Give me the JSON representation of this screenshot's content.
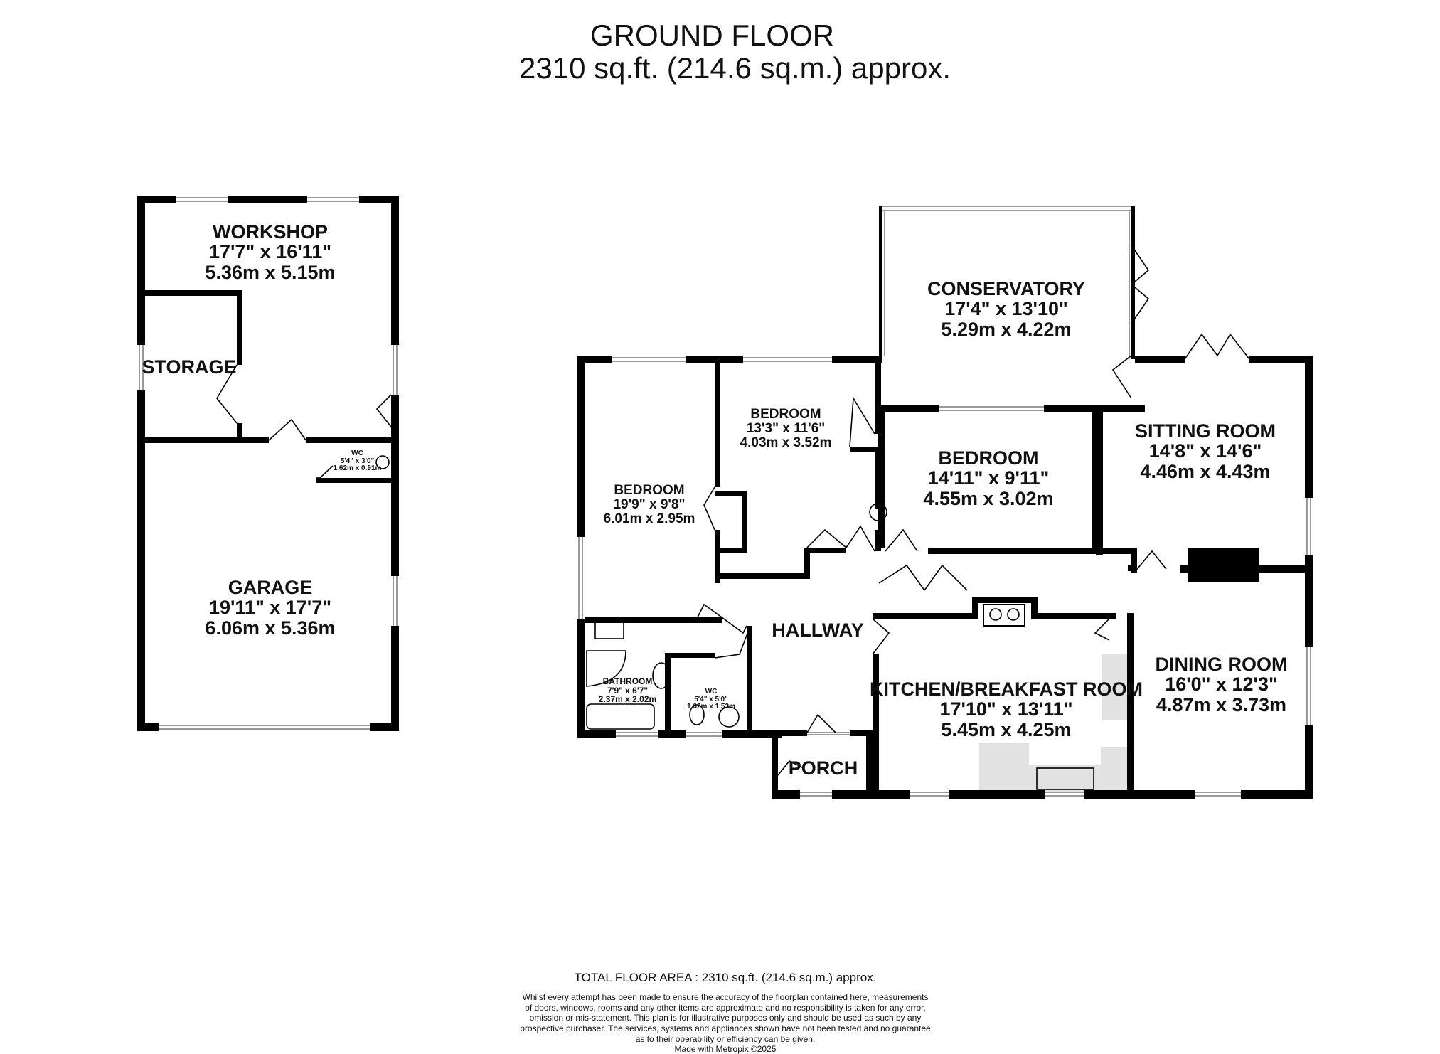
{
  "header": {
    "title": "GROUND FLOOR",
    "area": "2310 sq.ft. (214.6 sq.m.) approx."
  },
  "rooms": {
    "workshop": {
      "name": "WORKSHOP",
      "imperial": "17'7\"  x 16'11\"",
      "metric": "5.36m  x 5.15m"
    },
    "storage": {
      "name": "STORAGE"
    },
    "wc_garage": {
      "name": "WC",
      "imperial": "5'4\"  x 3'0\"",
      "metric": "1.62m  x 0.91m"
    },
    "garage": {
      "name": "GARAGE",
      "imperial": "19'11\"  x 17'7\"",
      "metric": "6.06m  x 5.36m"
    },
    "conservatory": {
      "name": "CONSERVATORY",
      "imperial": "17'4\"  x 13'10\"",
      "metric": "5.29m  x 4.22m"
    },
    "bedroom_left": {
      "name": "BEDROOM",
      "imperial": "19'9\"  x 9'8\"",
      "metric": "6.01m  x 2.95m"
    },
    "bedroom_mid": {
      "name": "BEDROOM",
      "imperial": "13'3\"  x 11'6\"",
      "metric": "4.03m  x 3.52m"
    },
    "bedroom_main": {
      "name": "BEDROOM",
      "imperial": "14'11\"  x 9'11\"",
      "metric": "4.55m  x 3.02m"
    },
    "sitting_room": {
      "name": "SITTING ROOM",
      "imperial": "14'8\"  x 14'6\"",
      "metric": "4.46m  x 4.43m"
    },
    "hallway": {
      "name": "HALLWAY"
    },
    "bathroom": {
      "name": "BATHROOM",
      "imperial": "7'9\"  x 6'7\"",
      "metric": "2.37m  x 2.02m"
    },
    "wc_house": {
      "name": "WC",
      "imperial": "5'4\"  x 5'0\"",
      "metric": "1.62m  x 1.53m"
    },
    "kitchen": {
      "name": "KITCHEN/BREAKFAST ROOM",
      "imperial": "17'10\"  x 13'11\"",
      "metric": "5.45m  x 4.25m"
    },
    "dining_room": {
      "name": "DINING ROOM",
      "imperial": "16'0\"  x 12'3\"",
      "metric": "4.87m  x 3.73m"
    },
    "porch": {
      "name": "PORCH"
    }
  },
  "footer": {
    "total": "TOTAL FLOOR AREA : 2310 sq.ft. (214.6 sq.m.) approx.",
    "disclaimer": [
      "Whilst every attempt has been made to ensure the accuracy of the floorplan contained here, measurements",
      "of doors, windows, rooms and any other items are approximate and no responsibility is taken for any error,",
      "omission or mis-statement. This plan is for illustrative purposes only and should be used as such by any",
      "prospective purchaser. The services, systems and appliances shown have not been tested and no guarantee",
      "as to their operability or efficiency can be given."
    ],
    "made_with": "Made with Metropix ©2025"
  },
  "colors": {
    "wall": "#000000",
    "window": "#9a9a9a",
    "worktop": "#e2e2e2",
    "background": "#ffffff"
  }
}
